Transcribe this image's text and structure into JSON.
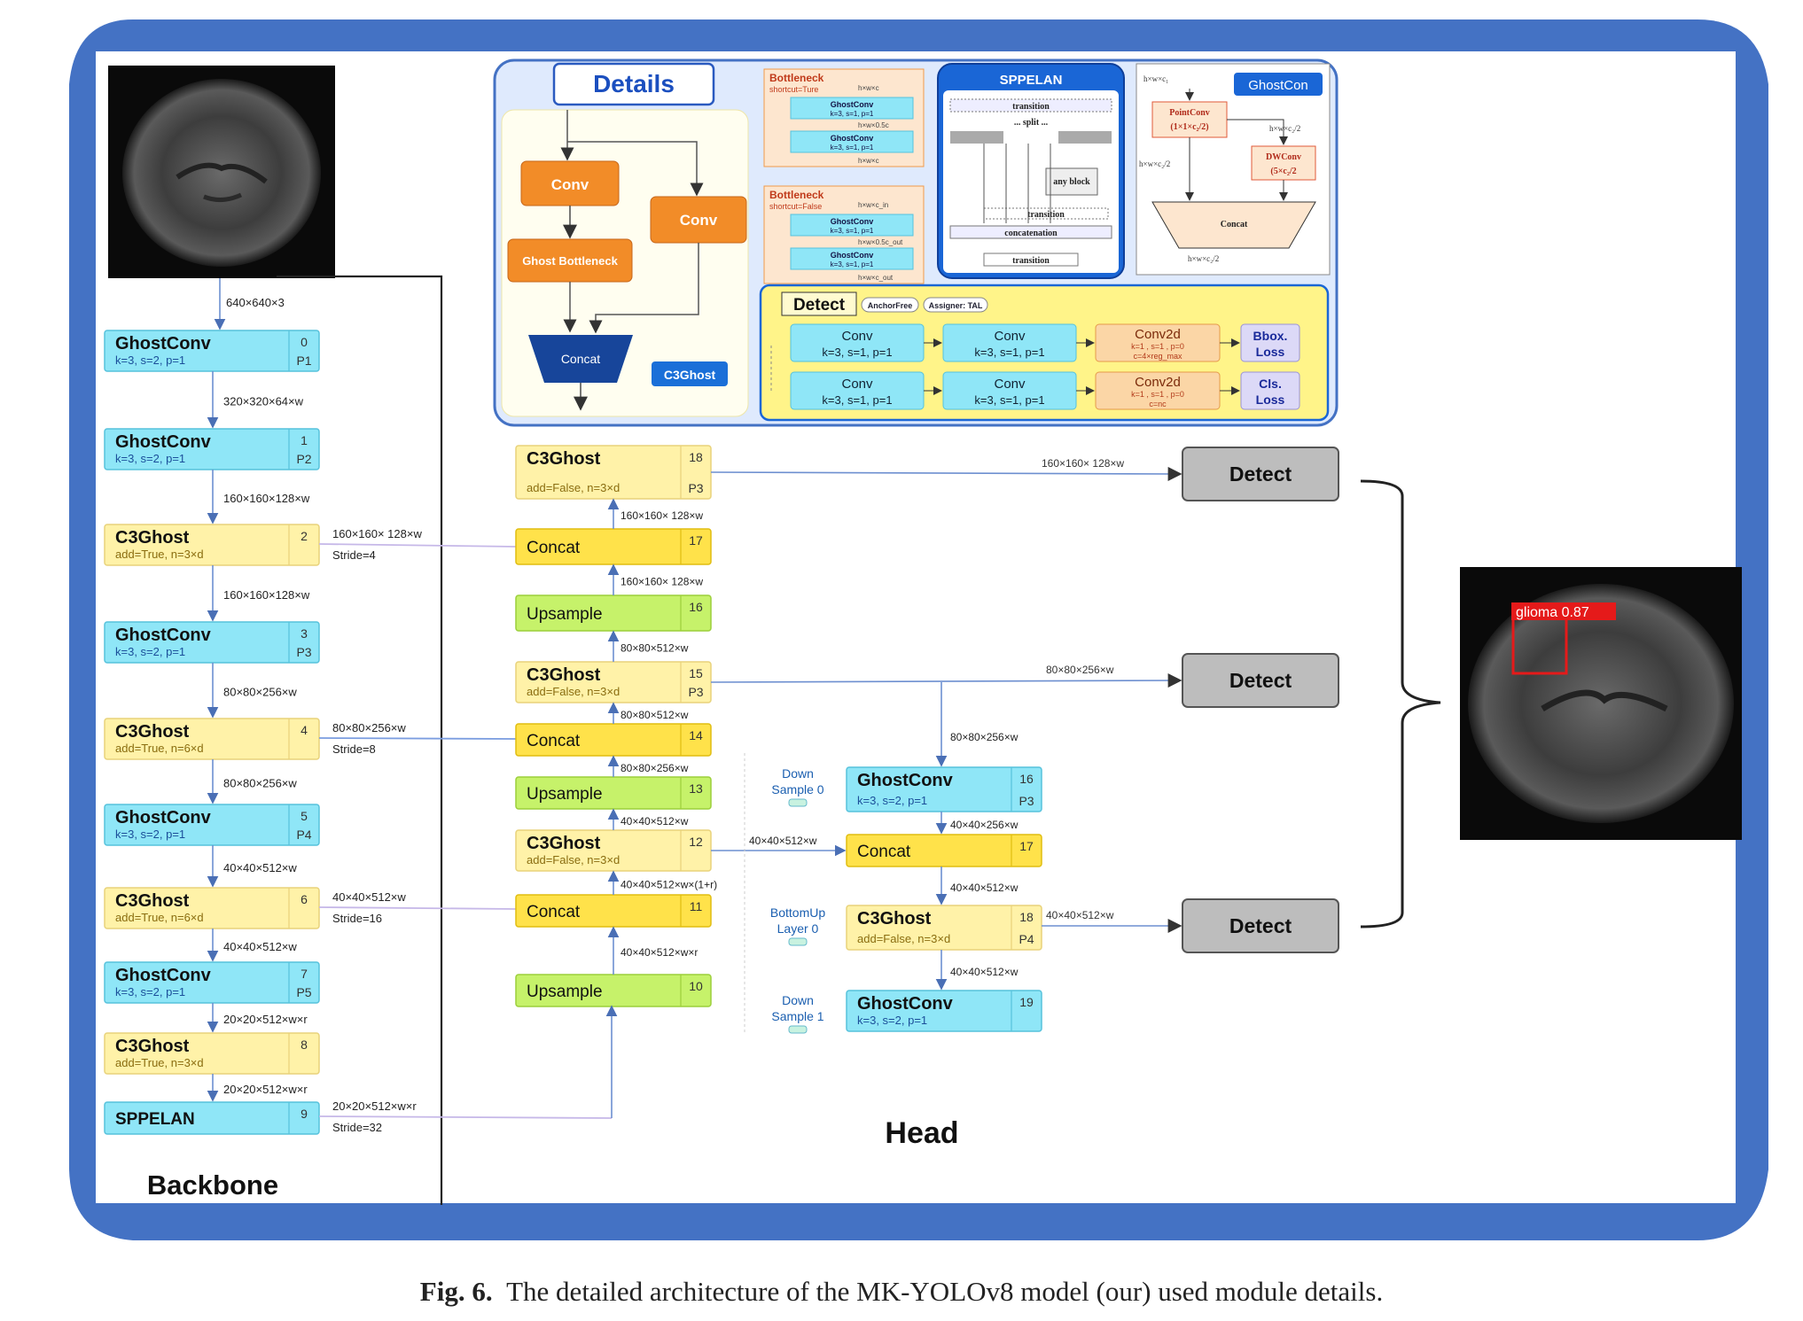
{
  "caption": {
    "fig": "Fig. 6.",
    "text": "The detailed architecture of the MK-YOLOv8 model (our) used module details."
  },
  "sections": {
    "backbone": "Backbone",
    "head": "Head",
    "details": "Details"
  },
  "colors": {
    "frame": "#4472c4",
    "cyan": "#8fe6f7",
    "yellow": "#fff2a8",
    "bright_yellow": "#ffe24a",
    "green": "#c6f26a",
    "orange": "#f28c28",
    "navy": "#17459a"
  },
  "input_dims": "640×640×3",
  "backbone": [
    {
      "name": "GhostConv",
      "params": "k=3, s=2, p=1",
      "idx": "0",
      "tag": "P1",
      "type": "cyan",
      "dim_below": "320×320×64×w"
    },
    {
      "name": "GhostConv",
      "params": "k=3, s=2, p=1",
      "idx": "1",
      "tag": "P2",
      "type": "cyan",
      "dim_below": "160×160×128×w"
    },
    {
      "name": "C3Ghost",
      "params": "add=True, n=3×d",
      "idx": "2",
      "tag": "",
      "type": "yellow",
      "dim_below": "160×160×128×w"
    },
    {
      "name": "GhostConv",
      "params": "k=3, s=2, p=1",
      "idx": "3",
      "tag": "P3",
      "type": "cyan",
      "dim_below": "80×80×256×w"
    },
    {
      "name": "C3Ghost",
      "params": "add=True, n=6×d",
      "idx": "4",
      "tag": "",
      "type": "yellow",
      "dim_below": "80×80×256×w"
    },
    {
      "name": "GhostConv",
      "params": "k=3, s=2, p=1",
      "idx": "5",
      "tag": "P4",
      "type": "cyan",
      "dim_below": "40×40×512×w"
    },
    {
      "name": "C3Ghost",
      "params": "add=True, n=6×d",
      "idx": "6",
      "tag": "",
      "type": "yellow",
      "dim_below": "40×40×512×w"
    },
    {
      "name": "GhostConv",
      "params": "k=3, s=2, p=1",
      "idx": "7",
      "tag": "P5",
      "type": "cyan",
      "dim_below": "20×20×512×w×r"
    },
    {
      "name": "C3Ghost",
      "params": "add=True, n=3×d",
      "idx": "8",
      "tag": "",
      "type": "yellow",
      "dim_below": "20×20×512×w×r"
    },
    {
      "name": "SPPELAN",
      "params": "",
      "idx": "9",
      "tag": "",
      "type": "cyan",
      "dim_below": ""
    }
  ],
  "backbone_taps": [
    {
      "dim": "160×160× 128×w",
      "stride": "Stride=4"
    },
    {
      "dim": "80×80×256×w",
      "stride": "Stride=8"
    },
    {
      "dim": "40×40×512×w",
      "stride": "Stride=16"
    },
    {
      "dim": "20×20×512×w×r",
      "stride": "Stride=32"
    }
  ],
  "head_col1": [
    {
      "name": "C3Ghost",
      "params": "add=False, n=3×d",
      "idx": "18",
      "tag": "P3",
      "type": "yellow"
    },
    {
      "name": "Concat",
      "params": "",
      "idx": "17",
      "tag": "",
      "type": "bright"
    },
    {
      "name": "Upsample",
      "params": "",
      "idx": "16",
      "tag": "",
      "type": "green"
    },
    {
      "name": "C3Ghost",
      "params": "add=False, n=3×d",
      "idx": "15",
      "tag": "P3",
      "type": "yellow"
    },
    {
      "name": "Concat",
      "params": "",
      "idx": "14",
      "tag": "",
      "type": "bright"
    },
    {
      "name": "Upsample",
      "params": "",
      "idx": "13",
      "tag": "",
      "type": "green"
    },
    {
      "name": "C3Ghost",
      "params": "add=False, n=3×d",
      "idx": "12",
      "tag": "",
      "type": "yellow"
    },
    {
      "name": "Concat",
      "params": "",
      "idx": "11",
      "tag": "",
      "type": "bright"
    },
    {
      "name": "Upsample",
      "params": "",
      "idx": "10",
      "tag": "",
      "type": "green"
    }
  ],
  "head_col1_dims": [
    "160×160× 128×w",
    "160×160× 128×w",
    "80×80×512×w",
    "80×80×512×w",
    "80×80×256×w",
    "40×40×512×w",
    "40×40×512×w×(1+r)",
    "40×40×512×w×r"
  ],
  "head_col2": [
    {
      "name": "GhostConv",
      "params": "k=3, s=2, p=1",
      "idx": "16",
      "tag": "P3",
      "type": "cyan"
    },
    {
      "name": "Concat",
      "params": "",
      "idx": "17",
      "tag": "",
      "type": "bright"
    },
    {
      "name": "C3Ghost",
      "params": "add=False, n=3×d",
      "idx": "18",
      "tag": "P4",
      "type": "yellow"
    },
    {
      "name": "GhostConv",
      "params": "k=3, s=2, p=1",
      "idx": "19",
      "tag": "",
      "type": "cyan"
    }
  ],
  "head_col2_dims": [
    "80×80×256×w",
    "40×40×256×w",
    "40×40×512×w",
    "40×40×512×w"
  ],
  "side_labels": [
    {
      "line1": "Down",
      "line2": "Sample 0"
    },
    {
      "line1": "BottomUp",
      "line2": "Layer 0"
    },
    {
      "line1": "Down",
      "line2": "Sample 1"
    }
  ],
  "cross_dims": {
    "p3": "160×160× 128×w",
    "p4": "80×80×256×w",
    "c12": "40×40×512×w",
    "p5": "40×40×512×w"
  },
  "detect_label": "Detect",
  "detection": {
    "label": "glioma 0.87"
  },
  "details": {
    "c3ghost": {
      "conv_a": "Conv",
      "conv_b": "Conv",
      "ghost": "Ghost Bottleneck",
      "concat": "Concat",
      "tag": "C3Ghost"
    },
    "bottleneck_true": {
      "title": "Bottleneck",
      "sub": "shortcut=Ture",
      "dims": [
        "h×w×c",
        "h×w×0.5c",
        "h×w×c"
      ],
      "blocks": [
        {
          "name": "GhostConv",
          "params": "k=3, s=1, p=1"
        },
        {
          "name": "GhostConv",
          "params": "k=3, s=1, p=1"
        }
      ]
    },
    "bottleneck_false": {
      "title": "Bottleneck",
      "sub": "shortcut=False",
      "dims": [
        "h×w×c_in",
        "h×w×0.5c_out",
        "h×w×c_out"
      ],
      "blocks": [
        {
          "name": "GhostConv",
          "params": "k=3, s=1, p=1"
        },
        {
          "name": "GhostConv",
          "params": "k=3, s=1, p=1"
        }
      ]
    },
    "sppelan": {
      "title": "SPPELAN",
      "rows": [
        "transition",
        "... split ...",
        "any block",
        "transition",
        "concatenation",
        "transition"
      ]
    },
    "ghostcon": {
      "title": "GhostCon",
      "in": "h×w×c₁",
      "point": "PointConv",
      "point_p": "(1×1×c₂/2)",
      "dw": "DWConv",
      "dw_p": "(5×c₂/2",
      "concat": "Concat",
      "out": "h×w×c₂/2",
      "d1": "h×w×c₂/2",
      "d2": "h×w×c₂/2"
    },
    "detect": {
      "title": "Detect",
      "tags": [
        "AnchorFree",
        "Assigner: TAL"
      ],
      "conv": "Conv",
      "conv_p": "k=3, s=1, p=1",
      "conv2d": "Conv2d",
      "c2d_p1": "k=1 , s=1 , p=0",
      "c2d_p1b": "c=4×reg_max",
      "c2d_p2": "k=1 , s=1 , p=0",
      "c2d_p2b": "c=nc",
      "bbox": "Bbox. Loss",
      "cls": "Cls. Loss"
    }
  }
}
